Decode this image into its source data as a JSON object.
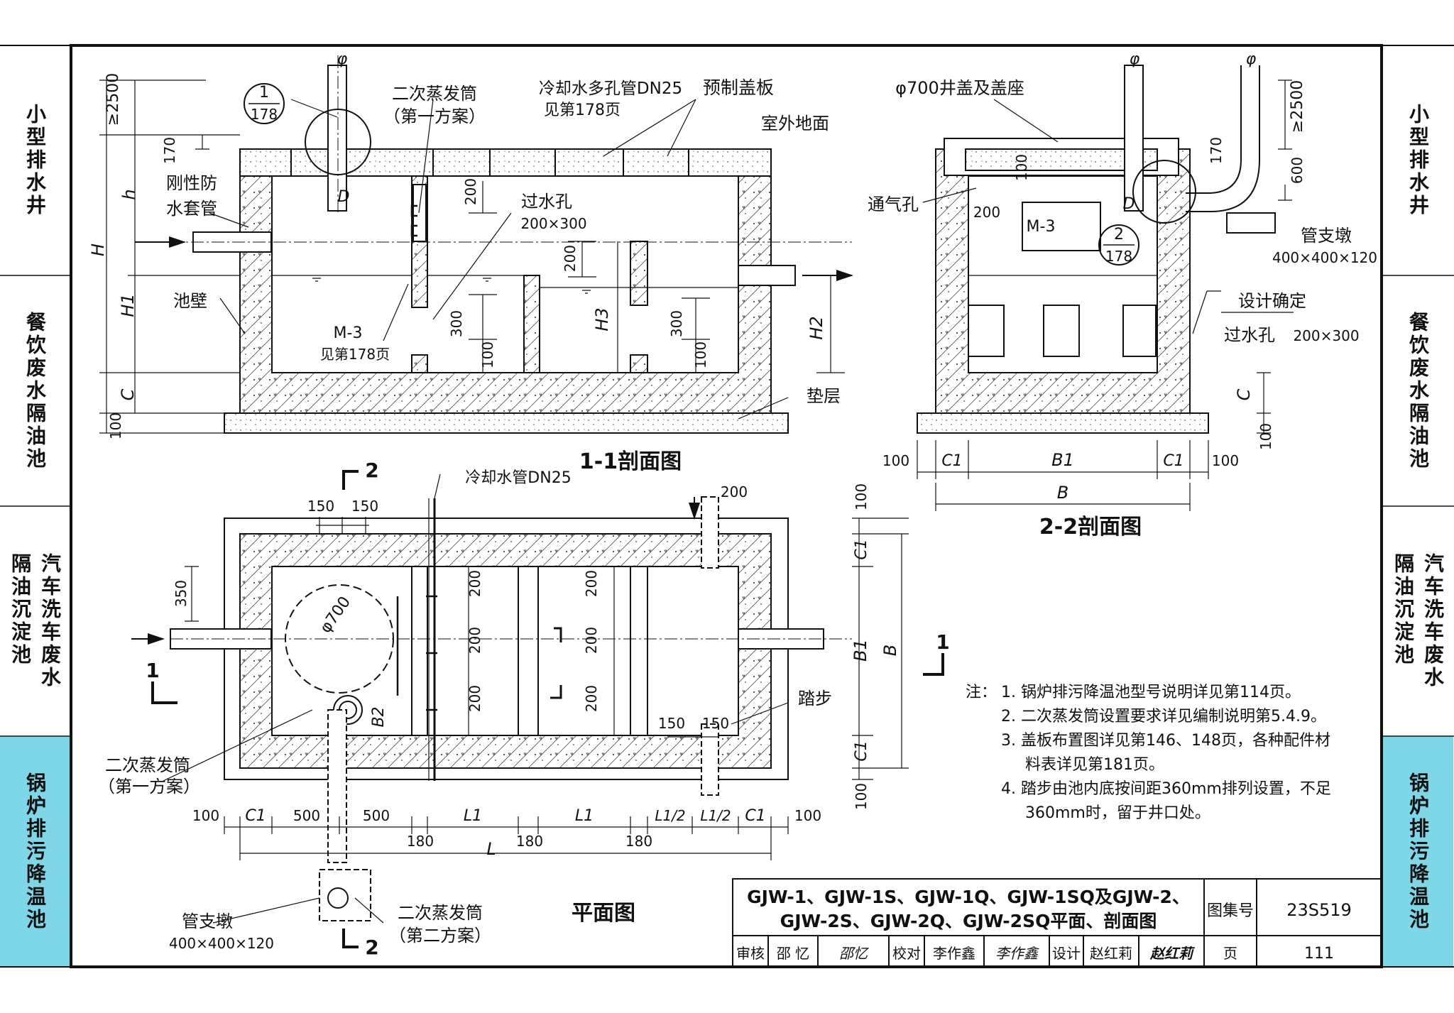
{
  "side_tabs": {
    "left": [
      "小型排水井",
      "餐饮废水隔油池",
      "汽车洗车废水|隔油沉淀池",
      "锅炉排污降温池"
    ],
    "right": [
      "小型排水井",
      "餐饮废水隔油池",
      "汽车洗车废水|隔油沉淀池",
      "锅炉排污降温池"
    ],
    "active_index": 3,
    "active_color": "#7fd6e6"
  },
  "section_1_1": {
    "title": "1-1剖面图",
    "labels": {
      "secondary_evaporator": "二次蒸发筒",
      "scheme_one": "（第一方案）",
      "cooling_pipe": "冷却水多孔管DN25",
      "see_178": "见第178页",
      "precast_cover": "预制盖板",
      "outdoor_ground": "室外地面",
      "rigid_sleeve_1": "刚性防",
      "rigid_sleeve_2": "水套管",
      "overflow_hole": "过水孔",
      "overflow_size": "200×300",
      "pool_wall": "池壁",
      "m3": "M-3",
      "m3_see": "见第178页",
      "cushion": "垫层",
      "detail_num": "1",
      "detail_page": "178",
      "phi": "φ",
      "d": "D"
    },
    "dims": {
      "d2500": "≥2500",
      "d170": "170",
      "h": "h",
      "H": "H",
      "H1": "H1",
      "H2": "H2",
      "H3": "H3",
      "C": "C",
      "d100": "100",
      "d200a": "200",
      "d200b": "200",
      "d300a": "300",
      "d100a": "100",
      "d300b": "300",
      "d100b": "100"
    }
  },
  "section_2_2": {
    "title": "2-2剖面图",
    "labels": {
      "manhole": "φ700井盖及盖座",
      "vent": "通气孔",
      "m3": "M-3",
      "pipe_pier": "管支墩",
      "pipe_pier_size": "400×400×120",
      "design_determined": "设计确定",
      "overflow_hole": "过水孔",
      "overflow_size": "200×300",
      "detail_num": "2",
      "detail_page": "178",
      "phi1": "φ",
      "phi2": "φ",
      "d": "D"
    },
    "dims": {
      "d2500": "≥2500",
      "d600": "600",
      "d170": "170",
      "d100": "100",
      "d200": "200",
      "C": "C",
      "d100v": "100",
      "d100l": "100",
      "C1l": "C1",
      "B1": "B1",
      "C1r": "C1",
      "d100r": "100",
      "B": "B"
    }
  },
  "plan": {
    "title": "平面图",
    "labels": {
      "cooling_pipe": "冷却水管DN25",
      "phi700": "φ700",
      "steps": "踏步",
      "secondary_evaporator": "二次蒸发筒",
      "scheme_one": "（第一方案）",
      "pipe_pier": "管支墩",
      "pipe_pier_size": "400×400×120",
      "secondary_evaporator_2": "二次蒸发筒",
      "scheme_two": "（第二方案）",
      "cut_2_top": "2",
      "cut_2_bottom": "2",
      "cut_1_left": "1",
      "cut_1_right": "1"
    },
    "dims": {
      "d150a": "150",
      "d150b": "150",
      "d200top": "200",
      "d350": "350",
      "d200_1": "200",
      "d200_2": "200",
      "d200_3": "200",
      "d200_4": "200",
      "d200_5": "200",
      "d200_6": "200",
      "d150c": "150",
      "d150d": "150",
      "B2": "B2",
      "d100t": "100",
      "C1t": "C1",
      "B1": "B1",
      "B": "B",
      "C1b": "C1",
      "d100b": "100",
      "b100l": "100",
      "bC1l": "C1",
      "b500a": "500",
      "b500b": "500",
      "bL1a": "L1",
      "bL1b": "L1",
      "bL12a": "L1/2",
      "bL12b": "L1/2",
      "bC1r": "C1",
      "b100r": "100",
      "b180a": "180",
      "b180b": "180",
      "b180c": "180",
      "bL": "L"
    }
  },
  "notes": {
    "heading": "注：",
    "items": [
      "1.  锅炉排污降温池型号说明详见第114页。",
      "2.  二次蒸发筒设置要求详见编制说明第5.4.9。",
      "3.  盖板布置图详见第146、148页，各种配件材",
      "料表详见第181页。",
      "4.  踏步由池内底按间距360mm排列设置，不足",
      "360mm时，留于井口处。"
    ]
  },
  "title_block": {
    "title_line1": "GJW-1、GJW-1S、GJW-1Q、GJW-1SQ及GJW-2、",
    "title_line2": "GJW-2S、GJW-2Q、GJW-2SQ平面、剖面图",
    "atlas_label": "图集号",
    "atlas_no": "23S519",
    "review_label": "审核",
    "reviewer": "邵 忆",
    "reviewer_sig": "邵忆",
    "check_label": "校对",
    "checker": "李作鑫",
    "checker_sig": "李作鑫",
    "design_label": "设计",
    "designer": "赵红莉",
    "designer_sig": "赵红莉",
    "page_label": "页",
    "page_no": "111"
  }
}
